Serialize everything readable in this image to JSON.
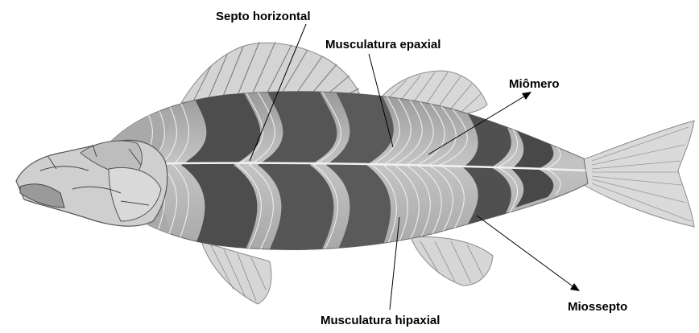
{
  "labels": {
    "septo_horizontal": "Septo horizontal",
    "musculatura_epaxial": "Musculatura epaxial",
    "miomero": "Miômero",
    "miossepto": "Miossepto",
    "musculatura_hipaxial": "Musculatura hipaxial"
  },
  "colors": {
    "light_muscle": "#b5b5b5",
    "dark_muscle": "#4d4d4d",
    "septum_line": "#f2f2f2",
    "fin": "#d2d2d2",
    "leader_line": "#000000"
  }
}
